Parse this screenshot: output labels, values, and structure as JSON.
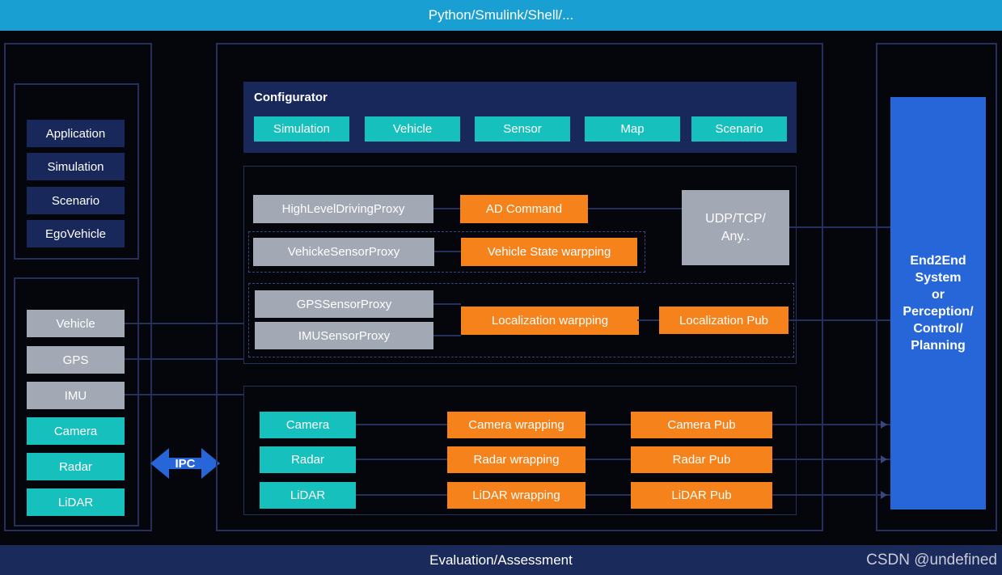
{
  "colors": {
    "banner-cyan": "#1A9FD3",
    "navy": "#18285A",
    "teal": "#16C0BC",
    "orange": "#F5821A",
    "gray": "#A2A8B4",
    "blue": "#2666D8",
    "border": "#25315C",
    "dash": "#3A477E",
    "bg": "#05060C",
    "banner-navy": "#192A5B",
    "watermark": "#C9CBD9"
  },
  "top_banner": {
    "label": "Python/Smulink/Shell/..."
  },
  "bottom_banner": {
    "label": "Evaluation/Assessment",
    "watermark": "CSDN @undefined"
  },
  "left_panel": {
    "app_stack": [
      "Application",
      "Simulation",
      "Scenario",
      "EgoVehicle"
    ],
    "sensor_stack": [
      {
        "label": "Vehicle",
        "style": "gray"
      },
      {
        "label": "GPS",
        "style": "gray"
      },
      {
        "label": "IMU",
        "style": "gray"
      },
      {
        "label": "Camera",
        "style": "teal"
      },
      {
        "label": "Radar",
        "style": "teal"
      },
      {
        "label": "LiDAR",
        "style": "teal"
      }
    ]
  },
  "ipc": {
    "label": "IPC"
  },
  "configurator": {
    "title": "Configurator",
    "buttons": [
      "Simulation",
      "Vehicle",
      "Sensor",
      "Map",
      "Scenario"
    ]
  },
  "proxy_section": {
    "high_level_driving_proxy": "HighLevelDrivingProxy",
    "ad_command": "AD Command",
    "udp_lines": [
      "UDP/TCP/",
      "Any.."
    ],
    "vehicle_sensor_proxy": "VehickeSensorProxy",
    "vehicle_state_warpping": "Vehicle State warpping",
    "gps_sensor_proxy": "GPSSensorProxy",
    "imu_sensor_proxy": "IMUSensorProxy",
    "localization_warpping": "Localization warpping",
    "localization_pub": "Localization Pub"
  },
  "sensor_pipeline": {
    "rows": [
      {
        "source": "Camera",
        "wrapping": "Camera wrapping",
        "pub": "Camera Pub"
      },
      {
        "source": "Radar",
        "wrapping": "Radar wrapping",
        "pub": "Radar Pub"
      },
      {
        "source": "LiDAR",
        "wrapping": "LiDAR wrapping",
        "pub": "LiDAR Pub"
      }
    ]
  },
  "right_panel": {
    "end2end_lines": [
      "End2End",
      "System",
      "or",
      "Perception/",
      "Control/",
      "Planning"
    ]
  }
}
